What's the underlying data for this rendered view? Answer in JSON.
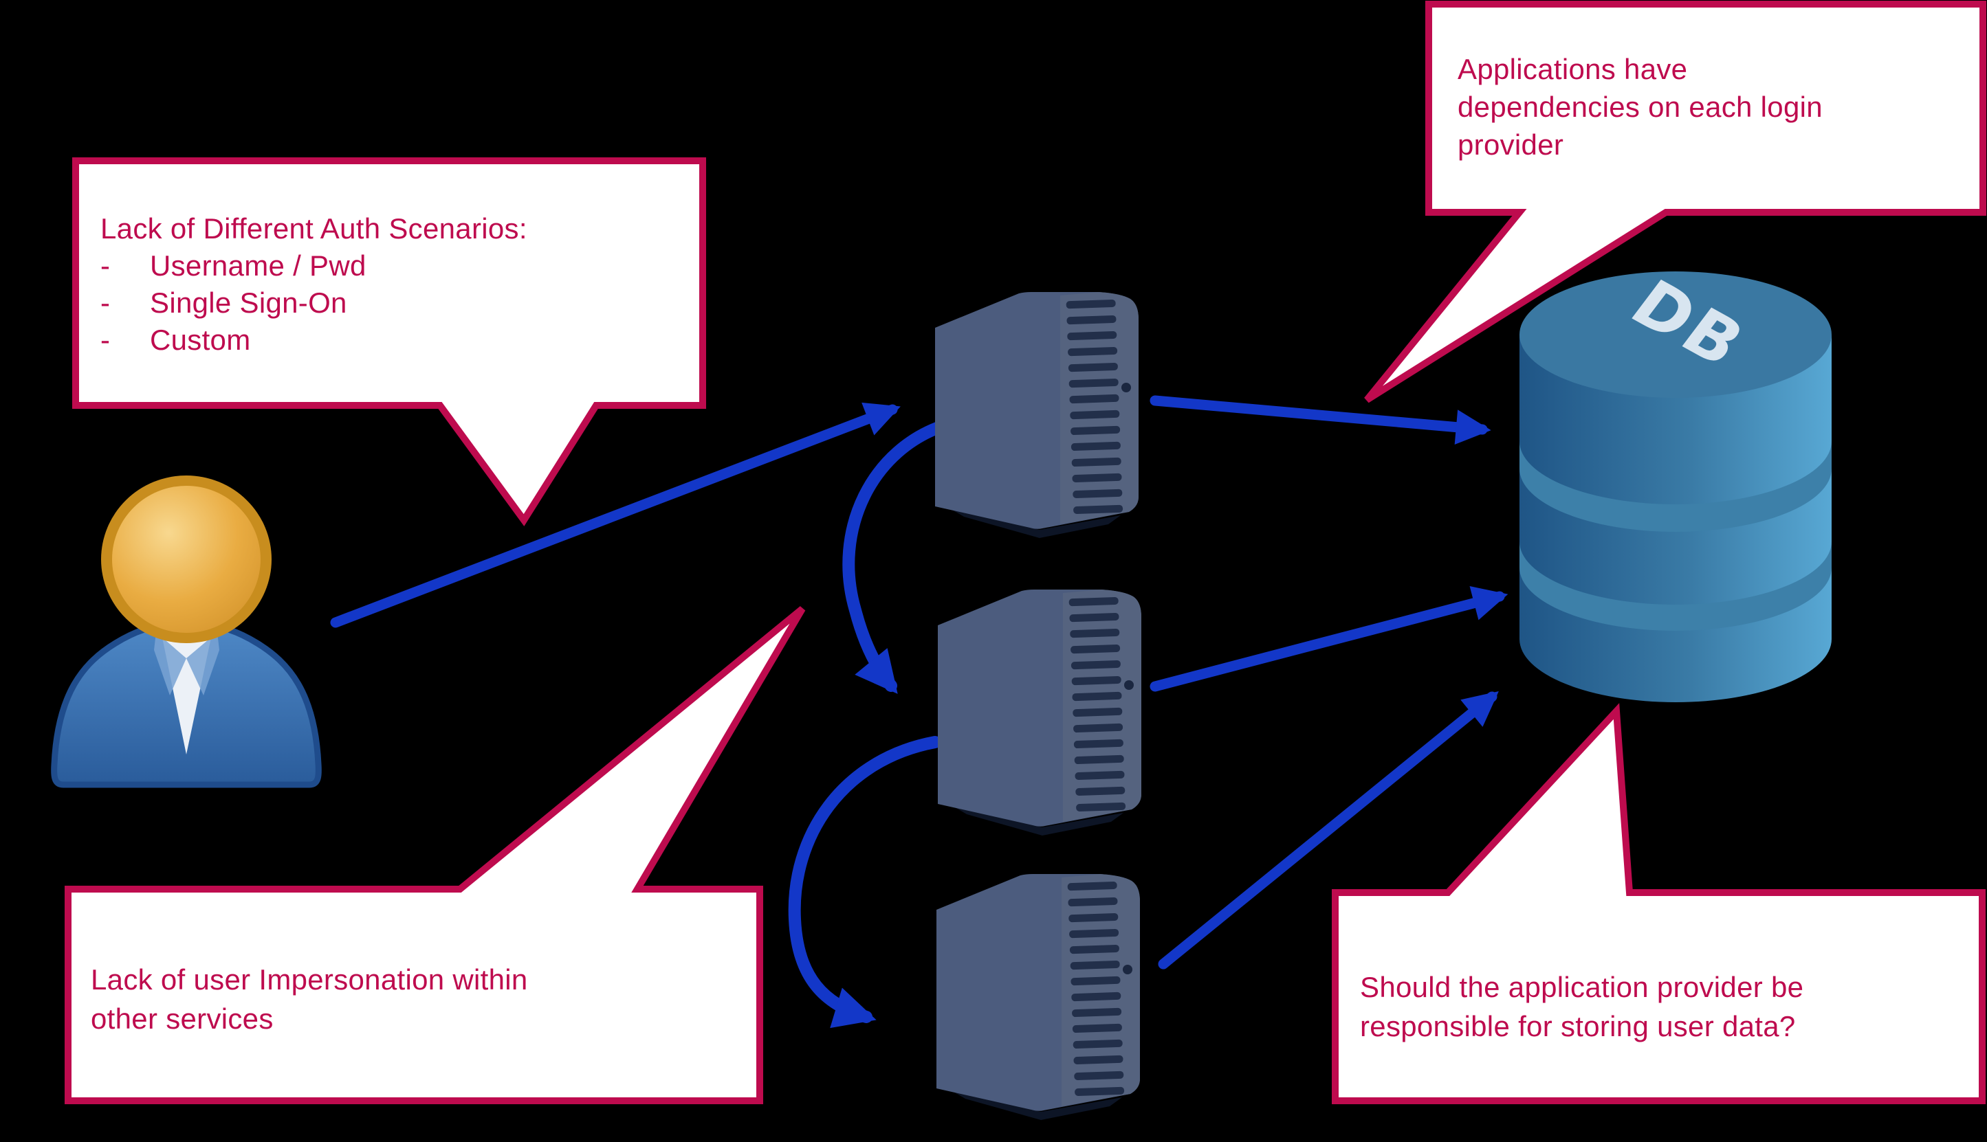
{
  "canvas": {
    "background": "#000000"
  },
  "colors": {
    "accent_red": "#BE0B4E",
    "arrow_blue": "#1337C8",
    "callout_bg": "#FFFFFF",
    "server_body": "#4C5C7E",
    "server_panel": "#55637F",
    "server_vent": "#222F4A",
    "db_left": "#20568A",
    "db_right": "#57A7D3",
    "db_top": "#3A78A2",
    "db_band": "#3D80A9",
    "person_shirt": "#336AAE",
    "person_head": "#E8A93C"
  },
  "callouts": {
    "auth": {
      "title": "Lack of Different Auth Scenarios:",
      "bullet_char": "-",
      "bullets": [
        "Username / Pwd",
        "Single Sign-On",
        "Custom"
      ]
    },
    "dependencies": {
      "lines": [
        "Applications have",
        "dependencies on each login",
        "provider"
      ]
    },
    "impersonation": {
      "lines": [
        "Lack of user Impersonation within",
        "other services"
      ]
    },
    "storage": {
      "lines": [
        "Should the application provider be",
        "responsible for storing user data?"
      ]
    }
  },
  "nodes": {
    "database": {
      "label": "DB"
    }
  }
}
